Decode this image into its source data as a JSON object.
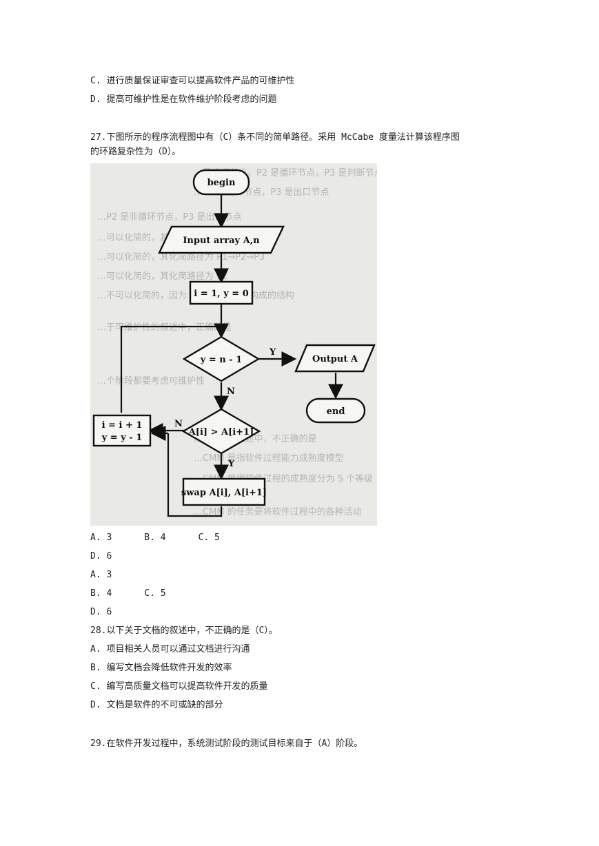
{
  "document": {
    "lines": [
      "C. 进行质量保证审查可以提高软件产品的可维护性",
      "D. 提高可维护性是在软件维护阶段考虑的问题",
      "27.下图所示的程序流程图中有（C）条不同的简单路径。采用 McCabe 度量法计算该程序图",
      "的环路复杂性为（D）。"
    ],
    "options_after_figure": [
      "A. 3      B. 4      C. 5",
      "D. 6",
      "A. 3",
      "B. 4      C. 5",
      "D. 6"
    ],
    "q28": {
      "question": "28.以下关于文档的叙述中，不正确的是（C）。",
      "options": [
        "A. 项目相关人员可以通过文档进行沟通",
        "B. 编写文档会降低软件开发的效率",
        "C. 编写高质量文档可以提高软件开发的质量",
        "D. 文档是软件的不可或缺的部分"
      ]
    },
    "q29": {
      "question": "29.在软件开发过程中，系统测试阶段的测试目标来自于（A）阶段。"
    }
  },
  "flowchart": {
    "begin": "begin",
    "input": "Input array A,n",
    "init": "i = 1, y = 0",
    "decision1": "y = n - 1",
    "yes1": "Y",
    "output": "Output A",
    "end": "end",
    "no1": "N",
    "decision2": "A[i] > A[i+1]",
    "no2": "N",
    "yes2": "Y",
    "update_line1": "i = i + 1",
    "update_line2": "y = y - 1",
    "swap": "swap A[i], A[i+1]"
  },
  "background_text": [
    "…是根据节点。P2 是循环节点，P3 是判断节点",
    "…P2 是循环节点，P3 是出口节点",
    "…P2 是非循环节点，P3 是出口节点",
    "…可以化简的，其化简的路径为 P1→P3",
    "…可以化简的，其化简路径为 P1→P2→P3",
    "…可以化简的，其化简路径为 P2",
    "…不可以化简的，因为 P1、P2 和 P3 构成的结构",
    "…于可维护性的叙述中，正确的是",
    "…个阶段都要考虑可维护性",
    "…CMM 的叙述中，不正确的是",
    "…CMM 是指软件过程能力成熟度模型",
    "…CMM 根据软件过程的成熟度分为 5 个等级",
    "…CMM 的任务是将软件过程中的各种活动"
  ]
}
